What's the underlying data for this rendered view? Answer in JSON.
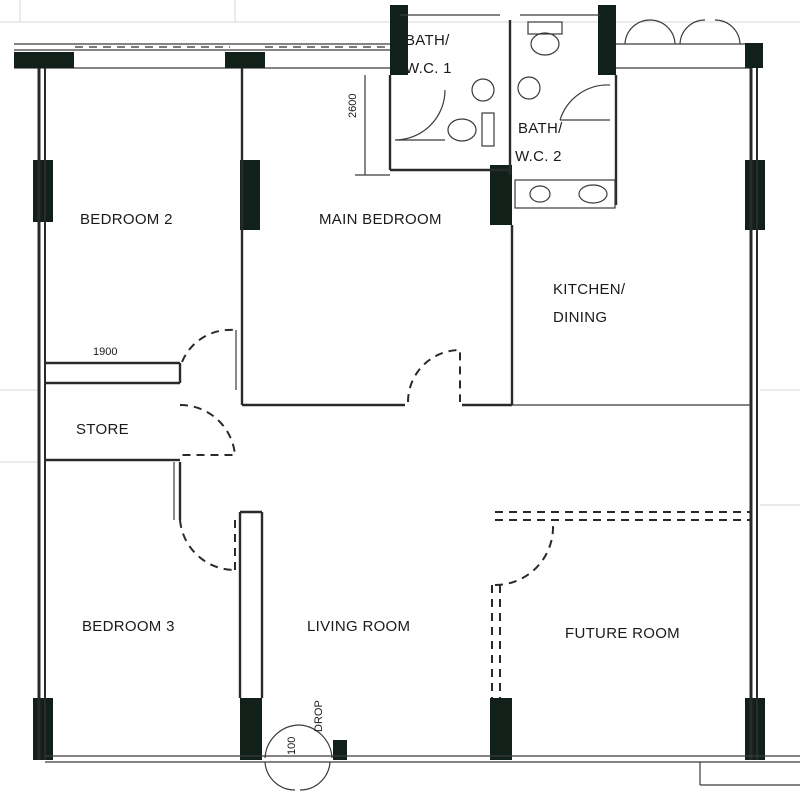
{
  "rooms": {
    "bath_wc_1": [
      "BATH/",
      "W.C. 1"
    ],
    "bath_wc_2": [
      "BATH/",
      "W.C. 2"
    ],
    "bedroom_2": "BEDROOM 2",
    "main_bedroom": "MAIN BEDROOM",
    "kitchen_dining": [
      "KITCHEN/",
      "DINING"
    ],
    "store": "STORE",
    "bedroom_3": "BEDROOM 3",
    "living_room": "LIVING ROOM",
    "future_room": "FUTURE ROOM"
  },
  "dimensions": {
    "bath_depth": "2600",
    "store_width": "1900"
  },
  "annotations": {
    "refuse_chute_number": "100",
    "refuse_chute_label": "DROP"
  },
  "colors": {
    "wall": "#2a2a2a",
    "column": "#12201a",
    "background": "#ffffff"
  }
}
